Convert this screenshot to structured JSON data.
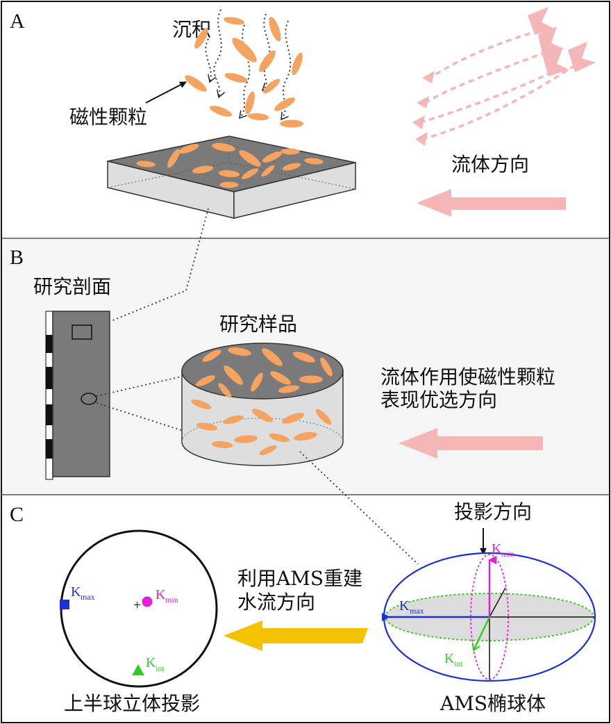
{
  "sections": {
    "a": "A",
    "b": "B",
    "c": "C"
  },
  "panel_a": {
    "deposition": "沉积",
    "magnetic_particles": "磁性颗粒",
    "flow_direction": "流体方向"
  },
  "panel_b": {
    "study_section": "研究剖面",
    "study_sample": "研究样品",
    "caption_line1": "流体作用使磁性颗粒",
    "caption_line2": "表现优选方向"
  },
  "panel_c": {
    "projection_direction": "投影方向",
    "method_line1": "利用AMS重建",
    "method_line2": "水流方向",
    "stereonet_label": "上半球立体投影",
    "ellipsoid_label": "AMS椭球体",
    "k": "K",
    "max": "max",
    "min": "min",
    "int": "int",
    "center_mark": "+"
  },
  "colors": {
    "particle": "#f4a460",
    "flow_arrow": "#f4b6b6",
    "kmax": "#1a2fd6",
    "kmin": "#e020d8",
    "kint": "#33cc22",
    "yellow_arrow": "#f5c200",
    "gray_surface": "#7a7a7a",
    "light_fill": "#dedede"
  }
}
